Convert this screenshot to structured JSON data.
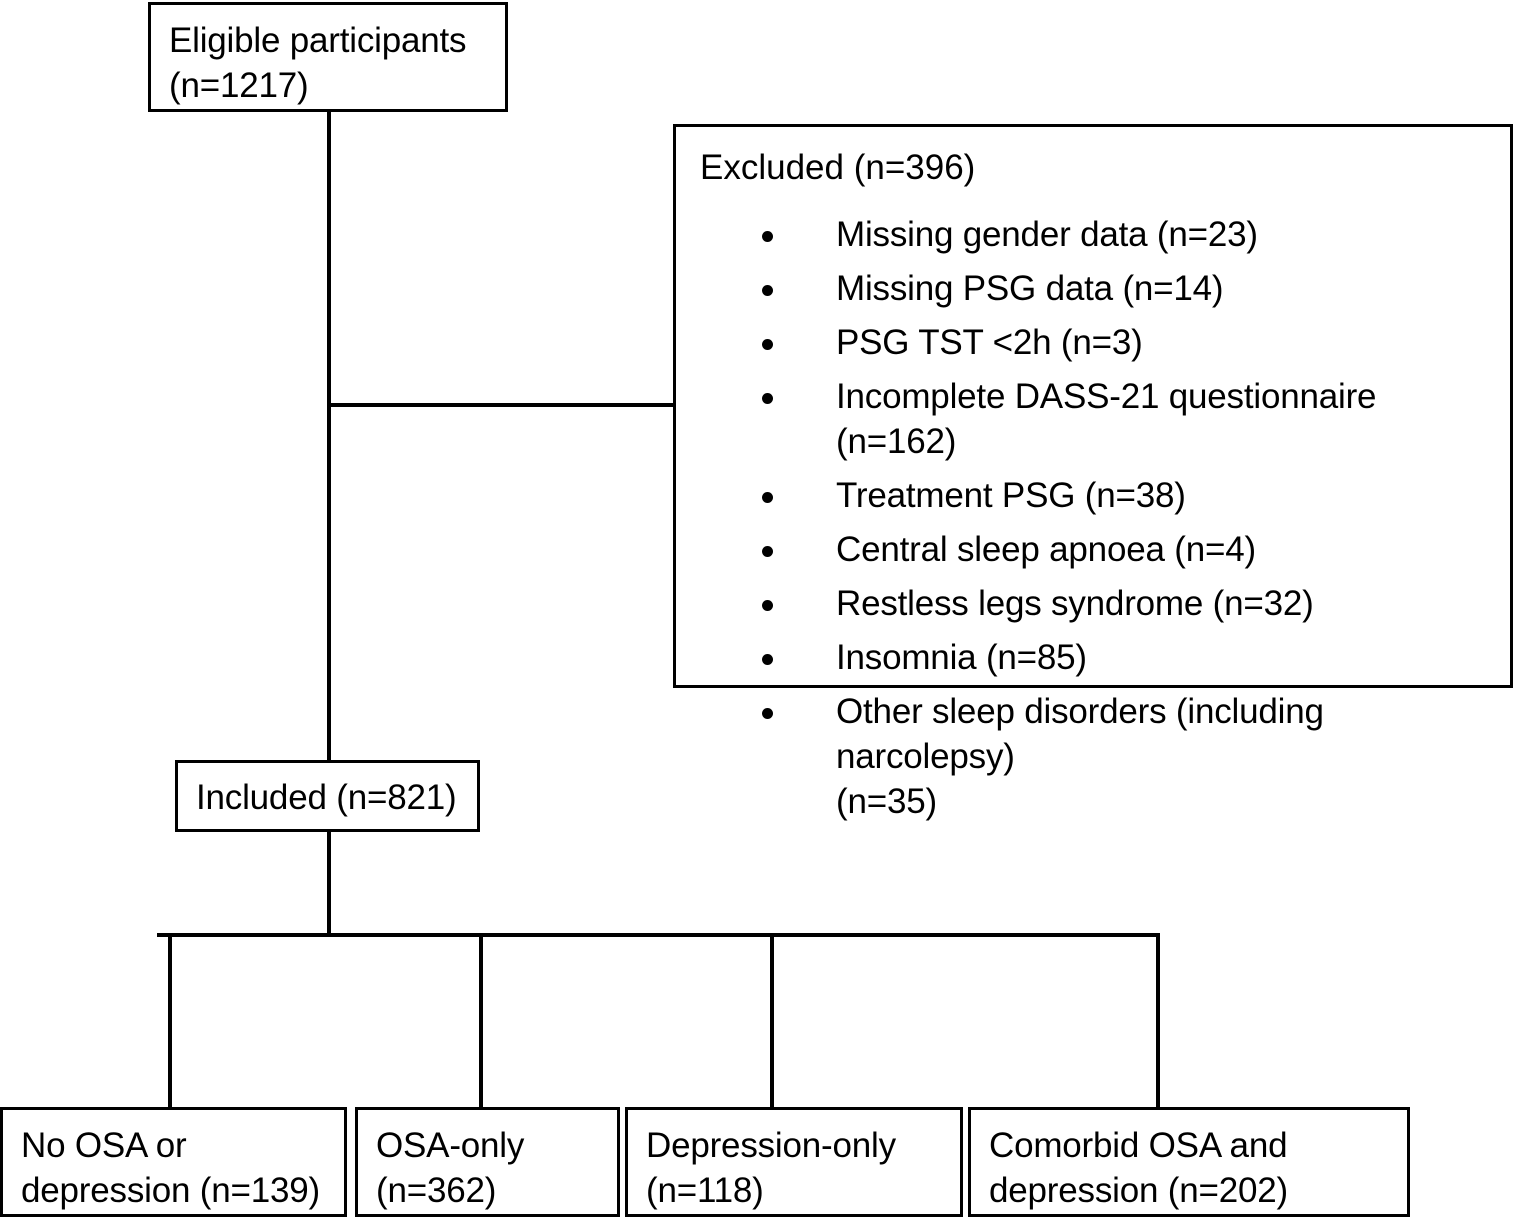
{
  "diagram": {
    "title": "Participant flow diagram",
    "type": "flowchart",
    "line_color": "#000000",
    "box_fill": "#ffffff",
    "text_color": "#000000"
  },
  "nodes": {
    "eligible": {
      "label": "Eligible participants\n(n=1217)",
      "count": 1217
    },
    "excluded": {
      "header": "Excluded (n=396)",
      "count": 396,
      "reasons": [
        {
          "label": "Missing gender data (n=23)",
          "count": 23
        },
        {
          "label": "Missing PSG data (n=14)",
          "count": 14
        },
        {
          "label": "PSG TST <2h (n=3)",
          "count": 3
        },
        {
          "label": "Incomplete DASS-21 questionnaire (n=162)",
          "count": 162
        },
        {
          "label": "Treatment PSG (n=38)",
          "count": 38
        },
        {
          "label": "Central sleep apnoea (n=4)",
          "count": 4
        },
        {
          "label": "Restless legs syndrome (n=32)",
          "count": 32
        },
        {
          "label": "Insomnia (n=85)",
          "count": 85
        },
        {
          "label": "Other sleep disorders (including narcolepsy)\n(n=35)",
          "count": 35
        }
      ]
    },
    "included": {
      "label": "Included (n=821)",
      "count": 821
    },
    "outcomes": [
      {
        "label": "No OSA or\ndepression (n=139)",
        "count": 139
      },
      {
        "label": "OSA-only\n(n=362)",
        "count": 362
      },
      {
        "label": "Depression-only\n(n=118)",
        "count": 118
      },
      {
        "label": "Comorbid OSA and\ndepression (n=202)",
        "count": 202
      }
    ]
  }
}
